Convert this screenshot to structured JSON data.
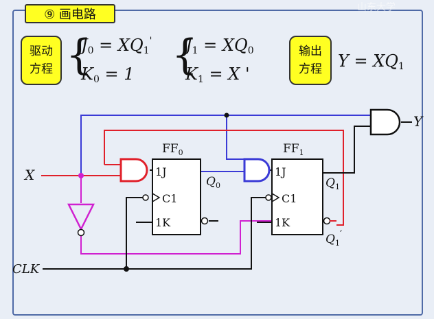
{
  "header": {
    "title": "⑨ 画电路",
    "watermark": "山东大学"
  },
  "equations": {
    "drive_label_line1": "驱动",
    "drive_label_line2": "方程",
    "j0_lhs": "J",
    "j0_sub": "0",
    "j0_rhs": " = XQ",
    "j0_rhs_sub": "1",
    "j0_prime": "'",
    "k0_lhs": "K",
    "k0_sub": "0",
    "k0_rhs": " = 1",
    "j1_lhs": "J",
    "j1_sub": "1",
    "j1_rhs": " = XQ",
    "j1_rhs_sub": "0",
    "k1_lhs": "K",
    "k1_sub": "1",
    "k1_rhs": " = X '",
    "output_label_line1": "输出",
    "output_label_line2": "方程",
    "y_lhs": "Y = XQ",
    "y_sub": "1"
  },
  "circuit": {
    "ff0_label": "FF",
    "ff0_sub": "0",
    "ff1_label": "FF",
    "ff1_sub": "1",
    "pin_1j": "1J",
    "pin_c1": "C1",
    "pin_1k": "1K",
    "q0_label": "Q",
    "q0_sub": "0",
    "q1_label": "Q",
    "q1_sub": "1",
    "q1n_label": "Q",
    "q1n_sub": "1",
    "q1n_prime": "′",
    "input_x": "X",
    "input_clk": "CLK",
    "output_y": "Y",
    "colors": {
      "blue": "#3a3ad6",
      "red": "#e0202a",
      "magenta": "#d020d0",
      "black": "#111111"
    }
  }
}
